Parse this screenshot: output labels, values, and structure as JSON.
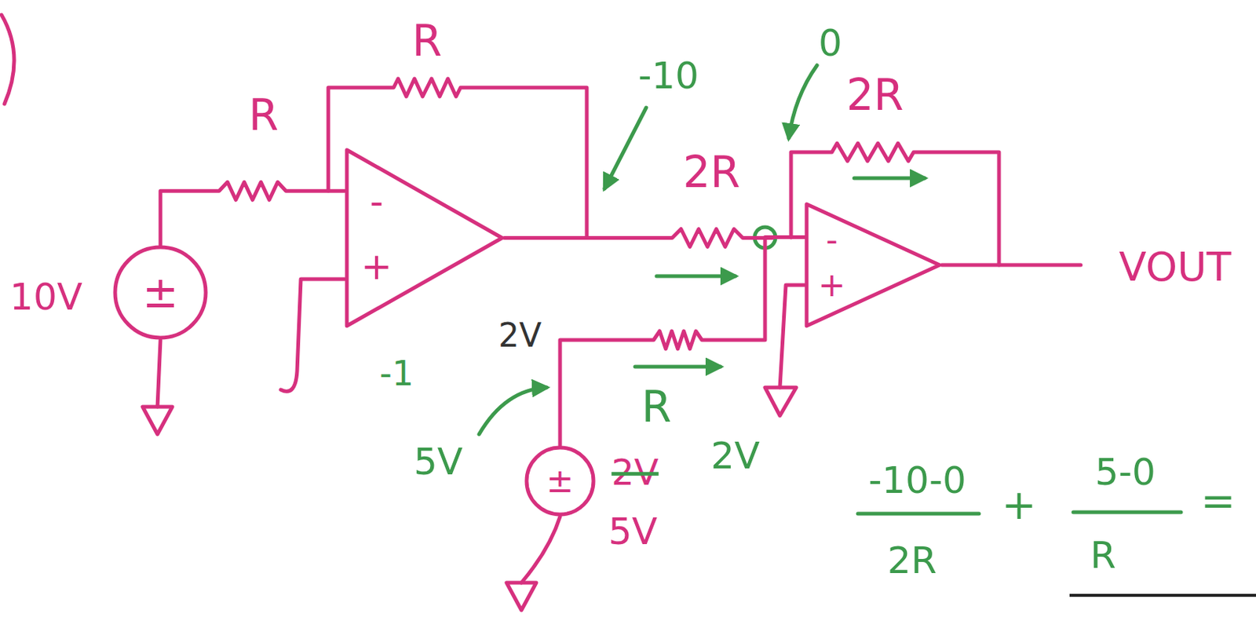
{
  "diagram": {
    "nodes": [
      {
        "text": [
          "±"
        ]
      },
      {
        "text": [
          "-",
          "+"
        ]
      },
      {
        "text": [
          "±"
        ]
      },
      {
        "text": [
          "-",
          "+"
        ]
      }
    ],
    "edges": [
      {
        "from": 0,
        "to": 1,
        "arrow": "none"
      },
      {
        "from": 1,
        "to": 3,
        "arrow": "none"
      },
      {
        "from": 2,
        "to": 3,
        "arrow": "none"
      }
    ],
    "labels": [
      "R",
      "-10",
      "0",
      "2R",
      "R",
      "2R",
      "10V",
      "VOUT",
      "-1",
      "2V",
      "R",
      "5V",
      "2V",
      "2V",
      "5V",
      "-10-0",
      "5-0",
      "+",
      "=",
      "2R",
      "R"
    ]
  }
}
